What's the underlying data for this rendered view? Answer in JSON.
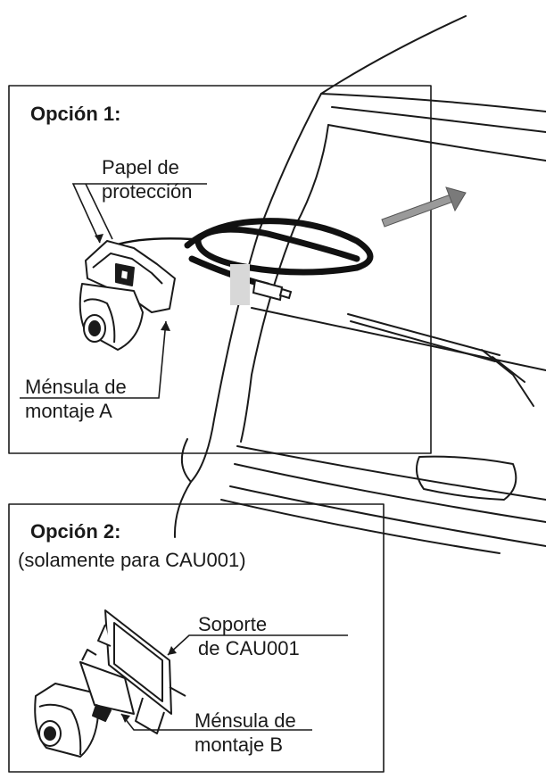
{
  "option1": {
    "heading": "Opción 1:",
    "protective_paper": [
      "Papel de",
      "protección"
    ],
    "bracket_a": [
      "Ménsula de",
      "montaje A"
    ]
  },
  "option2": {
    "heading": "Opción 2:",
    "note": "(solamente para CAU001)",
    "support": [
      "Soporte",
      "de CAU001"
    ],
    "bracket_b": [
      "Ménsula de",
      "montaje B"
    ]
  },
  "colors": {
    "line": "#1a1a1a",
    "cable": "#111111",
    "arrow": "#7a7a7a"
  }
}
